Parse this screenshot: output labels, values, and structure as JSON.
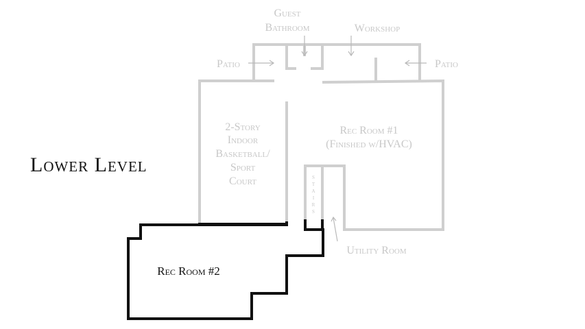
{
  "title": "Lower Level",
  "labels": {
    "guest_bathroom": [
      "Guest",
      "Bathroom"
    ],
    "workshop": "Workshop",
    "patio_left": "Patio",
    "patio_right": "Patio",
    "basketball": [
      "2-Story",
      "Indoor",
      "Basketball/",
      "Sport",
      "Court"
    ],
    "rec_room_1": [
      "Rec Room #1",
      "(Finished w/HVAC)"
    ],
    "stairs": [
      "S",
      "T",
      "A",
      "I",
      "R",
      "S"
    ],
    "utility_room": "Utility Room",
    "rec_room_2": "Rec Room #2"
  },
  "colors": {
    "faded": "#cfcfcf",
    "highlight": "#111111"
  }
}
